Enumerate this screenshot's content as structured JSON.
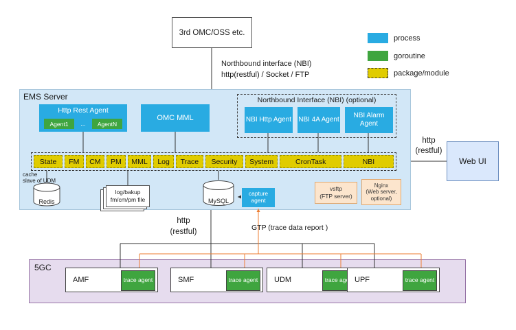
{
  "top_box": {
    "label": "3rd OMC/OSS etc."
  },
  "nbi_link": {
    "line1": "Northbound interface (NBI)",
    "line2": "http(restful) / Socket / FTP"
  },
  "legend": {
    "process": "process",
    "goroutine": "goroutine",
    "package": "package/module"
  },
  "colors": {
    "process_blue": "#29abe2",
    "goroutine_green": "#3fa53f",
    "package_yellow": "#e0cc00",
    "ems_background": "#d2e7f7",
    "core_background": "#e6dcee",
    "webui_background": "#dae8fc",
    "server_box_orange": "#fce5cd",
    "gtp_line_orange": "#ed7d31"
  },
  "ems": {
    "title": "EMS Server",
    "http_rest_agent": {
      "title": "Http Rest Agent",
      "agent1": "Agent1",
      "dots": "...",
      "agentN": "AgentN"
    },
    "omc_mml": "OMC MML",
    "nbi_group": {
      "title": "Northbound Interface (NBI)  (optional)",
      "http_agent": "NBI Http Agent",
      "fa_agent": "NBI 4A Agent",
      "alarm_agent": "NBI Alarm Agent"
    },
    "modules": [
      "State",
      "FM",
      "CM",
      "PM",
      "MML",
      "Log",
      "Trace",
      "Security",
      "System",
      "CronTask",
      "NBI"
    ],
    "redis": {
      "note_line1": "cache",
      "note_line2": "slave of UDM",
      "label": "Redis"
    },
    "log_store": {
      "line1": "log/bakup",
      "line2": "fm/cm/pm file"
    },
    "mysql": "MySQL",
    "capture_agent": "capture agent",
    "vsftp": {
      "line1": "vsftp",
      "line2": "(FTP server)"
    },
    "nginx": {
      "line1": "Nginx",
      "line2": "(Web server,",
      "line3": "optional)"
    }
  },
  "web_ui": {
    "label": "Web UI",
    "link_line1": "http",
    "link_line2": "(restful)"
  },
  "south_link": {
    "line1": "http",
    "line2": "(restful)"
  },
  "gtp_label": "GTP  (trace data report )",
  "core": {
    "title": "5GC",
    "nodes": [
      {
        "label": "AMF",
        "agent": "trace agent"
      },
      {
        "label": "SMF",
        "agent": "trace agent"
      },
      {
        "label": "UDM",
        "agent": "trace agent"
      },
      {
        "label": "UPF",
        "agent": "trace agent"
      }
    ]
  }
}
